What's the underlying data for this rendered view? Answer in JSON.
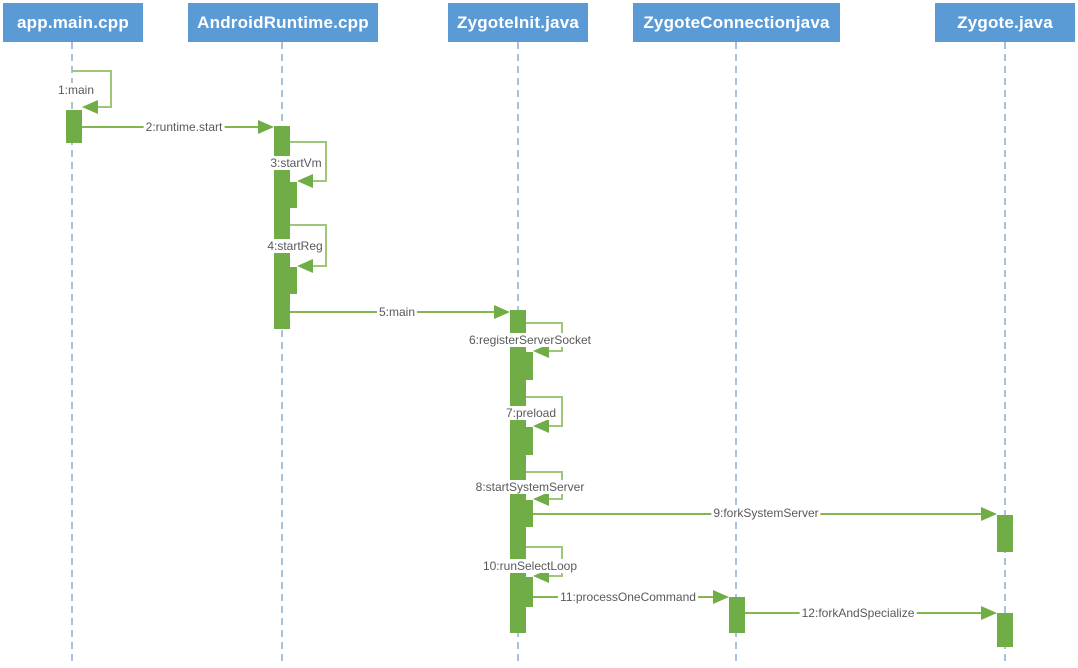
{
  "diagram": {
    "type": "uml-sequence-diagram",
    "actors": [
      {
        "label": "app.main.cpp"
      },
      {
        "label": "AndroidRuntime.cpp"
      },
      {
        "label": "ZygoteInit.java"
      },
      {
        "label": "ZygoteConnectionjava"
      },
      {
        "label": "Zygote.java"
      }
    ],
    "messages": [
      {
        "seq": 1,
        "label": "1:main",
        "from": "app.main.cpp",
        "to": "app.main.cpp",
        "kind": "self"
      },
      {
        "seq": 2,
        "label": "2:runtime.start",
        "from": "app.main.cpp",
        "to": "AndroidRuntime.cpp",
        "kind": "call"
      },
      {
        "seq": 3,
        "label": "3:startVm",
        "from": "AndroidRuntime.cpp",
        "to": "AndroidRuntime.cpp",
        "kind": "self"
      },
      {
        "seq": 4,
        "label": "4:startReg",
        "from": "AndroidRuntime.cpp",
        "to": "AndroidRuntime.cpp",
        "kind": "self"
      },
      {
        "seq": 5,
        "label": "5:main",
        "from": "AndroidRuntime.cpp",
        "to": "ZygoteInit.java",
        "kind": "call"
      },
      {
        "seq": 6,
        "label": "6:registerServerSocket",
        "from": "ZygoteInit.java",
        "to": "ZygoteInit.java",
        "kind": "self"
      },
      {
        "seq": 7,
        "label": "7:preload",
        "from": "ZygoteInit.java",
        "to": "ZygoteInit.java",
        "kind": "self"
      },
      {
        "seq": 8,
        "label": "8:startSystemServer",
        "from": "ZygoteInit.java",
        "to": "ZygoteInit.java",
        "kind": "self"
      },
      {
        "seq": 9,
        "label": "9:forkSystemServer",
        "from": "ZygoteInit.java",
        "to": "Zygote.java",
        "kind": "call"
      },
      {
        "seq": 10,
        "label": "10:runSelectLoop",
        "from": "ZygoteInit.java",
        "to": "ZygoteInit.java",
        "kind": "self"
      },
      {
        "seq": 11,
        "label": "11:processOneCommand",
        "from": "ZygoteInit.java",
        "to": "ZygoteConnectionjava",
        "kind": "call"
      },
      {
        "seq": 12,
        "label": "12:forkAndSpecialize",
        "from": "ZygoteConnectionjava",
        "to": "Zygote.java",
        "kind": "call"
      }
    ],
    "colors": {
      "actor_fill": "#5b9bd5",
      "actor_text": "#ffffff",
      "activation_fill": "#70ad47",
      "message_line": "#84b64f",
      "loop_line": "#9fc779",
      "label_text": "#595959",
      "lifeline": "#a9c2da",
      "background": "#ffffff"
    }
  }
}
